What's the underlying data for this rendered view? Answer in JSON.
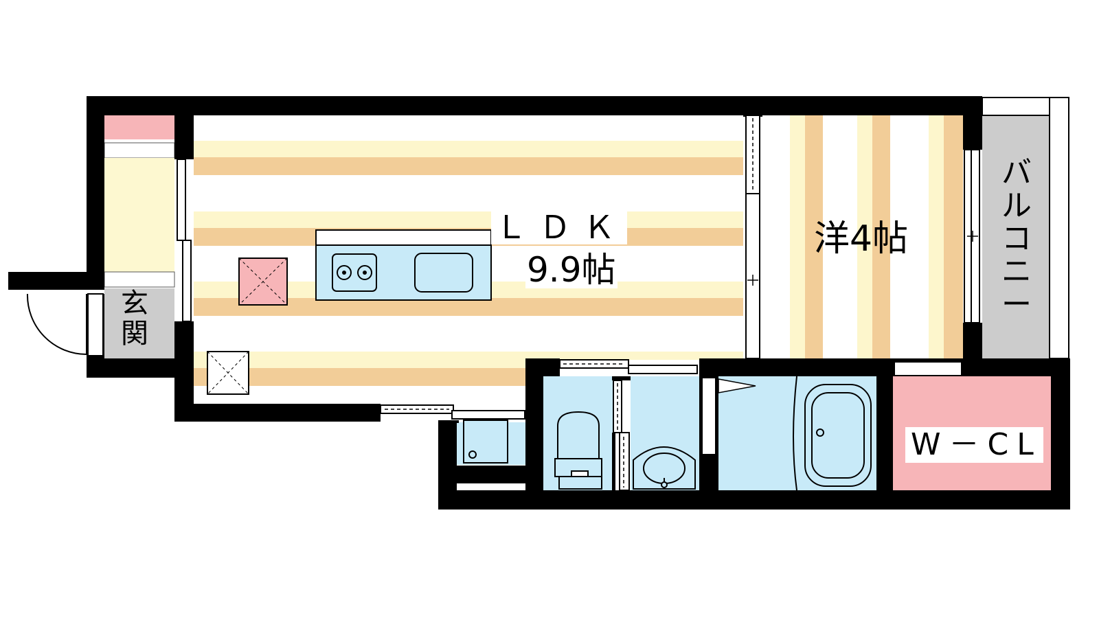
{
  "rooms": {
    "ldk": {
      "name": "ＬＤＫ",
      "size": "9.9帖"
    },
    "bedroom": {
      "label": "洋4帖"
    },
    "entrance": {
      "chars": [
        "玄",
        "関"
      ]
    },
    "balcony": {
      "chars": [
        "バ",
        "ル",
        "コ",
        "ニ",
        "ー"
      ]
    },
    "closet": {
      "label": "W－CL"
    }
  },
  "colors": {
    "wall": "#000000",
    "floor_stripe_dark": "#f2cd98",
    "floor_stripe_light": "#fdf6cc",
    "entrance_floor": "#fdf8d0",
    "wet_area": "#c8eaf8",
    "closet": "#f7b5b8",
    "balcony": "#cccccc",
    "shoe_box": "#f7b5b8"
  }
}
